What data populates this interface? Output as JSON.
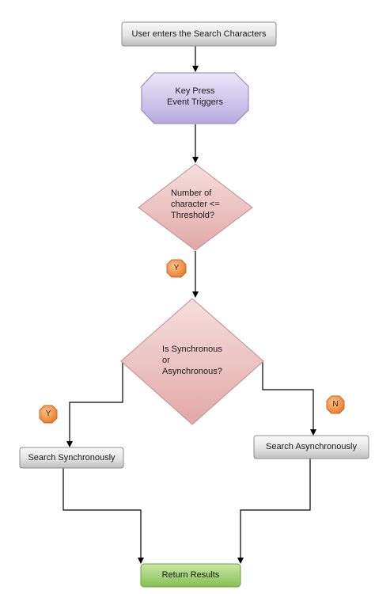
{
  "nodes": {
    "start": "User enters the Search Characters",
    "event_line1": "Key Press",
    "event_line2": "Event Triggers",
    "decision1_line1": "Number of",
    "decision1_line2": "character <=",
    "decision1_line3": "Threshold?",
    "decision2_line1": "Is Synchronous",
    "decision2_line2": "or",
    "decision2_line3": "Asynchronous?",
    "sync": "Search Synchronously",
    "async": "Search Asynchronously",
    "end": "Return Results"
  },
  "badges": {
    "threshold_yes": "Y",
    "sync_yes": "Y",
    "async_no": "N"
  },
  "colors": {
    "gray_box": "#e2e2e2",
    "event_purple": "#cfc4ea",
    "decision_pink": "#ecc2c2",
    "result_green": "#a9d67f",
    "badge_orange": "#f29a4d",
    "connector": "#000000"
  }
}
